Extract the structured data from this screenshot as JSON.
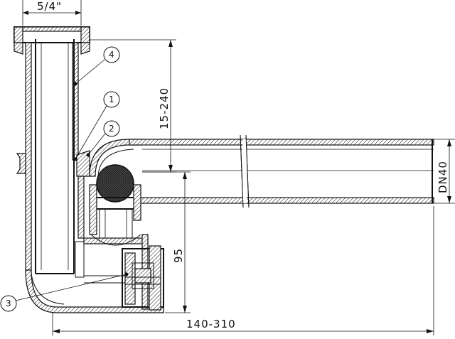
{
  "dimensions": {
    "thread_size": "5/4\"",
    "height_range": "15-240",
    "nominal_diameter": "DN40",
    "height": "95",
    "length_range": "140-310"
  },
  "callouts": [
    "1",
    "2",
    "3",
    "4"
  ]
}
